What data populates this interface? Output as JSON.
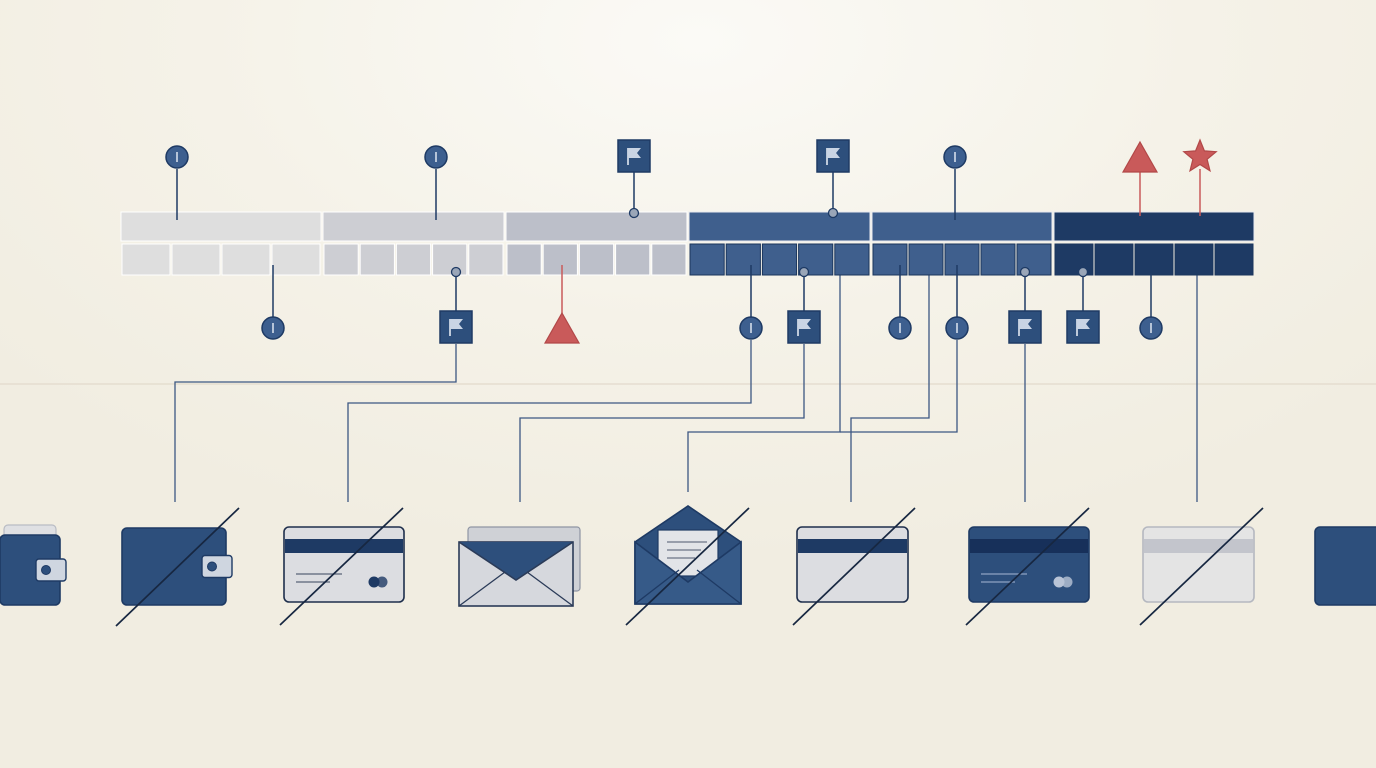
{
  "colors": {
    "background": "#f4f1e7",
    "navy": "#2d4f7c",
    "navy_dark": "#1e3a64",
    "navy_mid": "#3f5f8d",
    "grey_light": "#dedede",
    "grey_mid": "#cdced3",
    "grey_blue": "#bcbfc9",
    "alert_red": "#c95a5a",
    "line": "#2e4a74",
    "divider": "#e5ddd0"
  },
  "timeline": {
    "segments": [
      {
        "name": "segment-1",
        "shade": "grey_light",
        "cells": 4
      },
      {
        "name": "segment-2",
        "shade": "grey_mid",
        "cells": 5
      },
      {
        "name": "segment-3",
        "shade": "grey_blue",
        "cells": 5
      },
      {
        "name": "segment-4",
        "shade": "navy_mid",
        "cells": 5
      },
      {
        "name": "segment-5",
        "shade": "navy_mid",
        "cells": 5
      },
      {
        "name": "segment-6",
        "shade": "navy_dark",
        "cells": 5
      }
    ],
    "markers_above": [
      {
        "icon": "info-icon",
        "segment": 1
      },
      {
        "icon": "info-icon",
        "segment": 2
      },
      {
        "icon": "flag-icon",
        "segment": 3
      },
      {
        "icon": "flag-icon",
        "segment": 4
      },
      {
        "icon": "info-icon",
        "segment": 5
      },
      {
        "icon": "warning-triangle-icon",
        "segment": 6
      },
      {
        "icon": "star-icon",
        "segment": 6
      }
    ],
    "markers_below": [
      {
        "icon": "info-icon"
      },
      {
        "icon": "flag-icon"
      },
      {
        "icon": "warning-triangle-icon"
      },
      {
        "icon": "info-icon"
      },
      {
        "icon": "flag-icon"
      },
      {
        "icon": "info-icon"
      },
      {
        "icon": "info-icon"
      },
      {
        "icon": "flag-icon"
      },
      {
        "icon": "flag-icon"
      },
      {
        "icon": "info-icon"
      }
    ]
  },
  "payment_items": [
    {
      "icon": "wallet-icon",
      "crossed": false,
      "partial": true
    },
    {
      "icon": "wallet-icon",
      "crossed": true
    },
    {
      "icon": "credit-card-icon",
      "crossed": true
    },
    {
      "icon": "envelope-icon",
      "crossed": false
    },
    {
      "icon": "open-envelope-letter-icon",
      "crossed": true
    },
    {
      "icon": "credit-card-icon",
      "crossed": true
    },
    {
      "icon": "credit-card-icon",
      "crossed": true
    },
    {
      "icon": "credit-card-icon",
      "crossed": true
    },
    {
      "icon": "wallet-icon",
      "crossed": false,
      "partial": true
    }
  ]
}
